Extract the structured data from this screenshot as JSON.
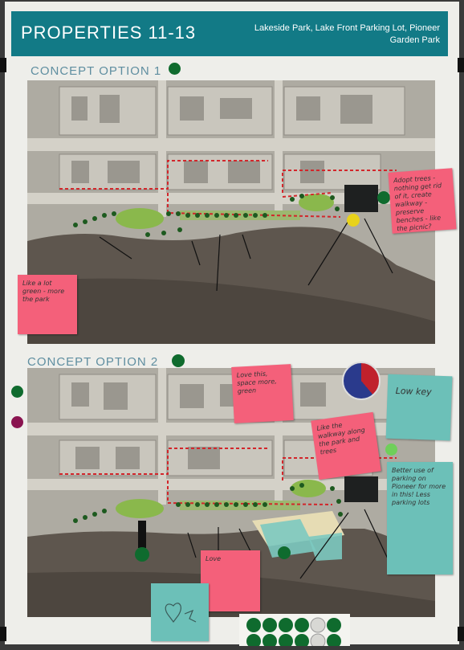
{
  "header": {
    "title": "PROPERTIES 11-13",
    "subtitle": "Lakeside Park, Lake Front Parking Lot, Pioneer Garden Park"
  },
  "concept1": {
    "title": "CONCEPT OPTION 1"
  },
  "concept2": {
    "title": "CONCEPT OPTION 2"
  },
  "notes": {
    "n1": "Adopt trees - nothing get rid of it, create walkway - preserve benches - like the picnic?",
    "n2": "Like a lot green - more the park",
    "n3": "Love this, space more, green",
    "n4": "Like the walkway along the park and trees",
    "n5": "Low key",
    "n6": "Better use of parking on Pioneer for more in this!  Less parking lots",
    "n7": "Love"
  },
  "colors": {
    "header": "#127a86",
    "green_dot": "#0f6b2e",
    "magenta_dot": "#8a1450",
    "yellow_dot": "#e8d21a",
    "light_green_dot": "#6fcf5a",
    "pink_note": "#f4607a",
    "teal_note": "#6cc0b8"
  }
}
